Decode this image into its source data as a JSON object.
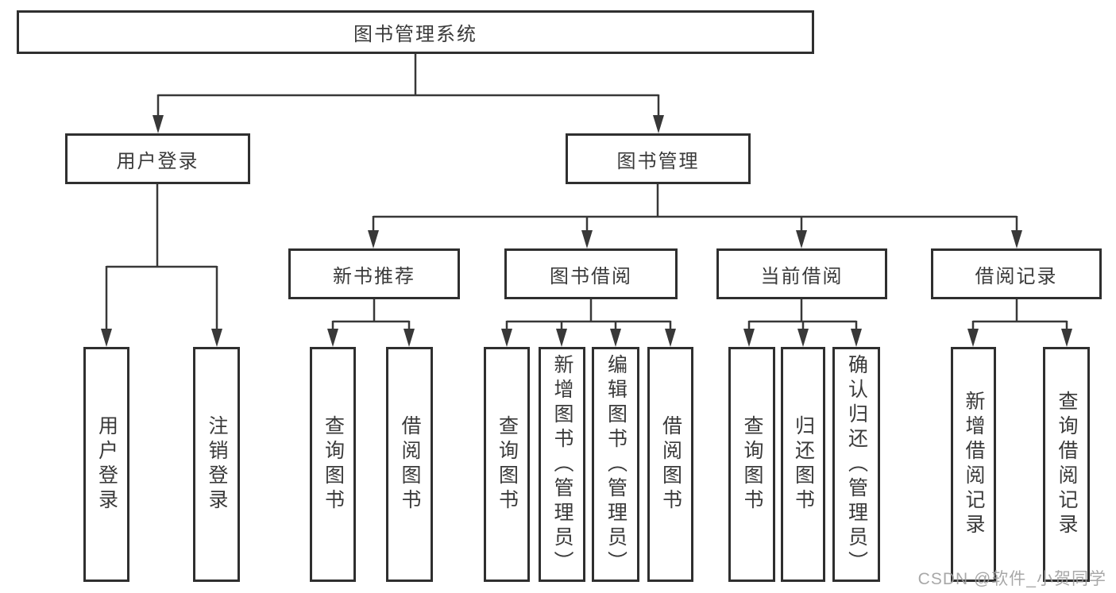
{
  "tree": {
    "root": "图书管理系统",
    "branches": [
      {
        "label": "用户登录",
        "children": [
          "用户登录",
          "注销登录"
        ]
      },
      {
        "label": "图书管理",
        "children": [
          {
            "label": "新书推荐",
            "children": [
              "查询图书",
              "借阅图书"
            ]
          },
          {
            "label": "图书借阅",
            "children": [
              "查询图书",
              "新增图书（管理员）",
              "编辑图书（管理员）",
              "借阅图书"
            ]
          },
          {
            "label": "当前借阅",
            "children": [
              "查询图书",
              "归还图书",
              "确认归还（管理员）"
            ]
          },
          {
            "label": "借阅记录",
            "children": [
              "新增借阅记录",
              "查询借阅记录"
            ]
          }
        ]
      }
    ]
  },
  "watermark": "CSDN @软件_小贺同学",
  "colors": {
    "line": "#383838",
    "box_border": "#2f2f2f",
    "text": "#3a3a3a",
    "watermark": "#9e9e9e",
    "background": "#ffffff"
  }
}
